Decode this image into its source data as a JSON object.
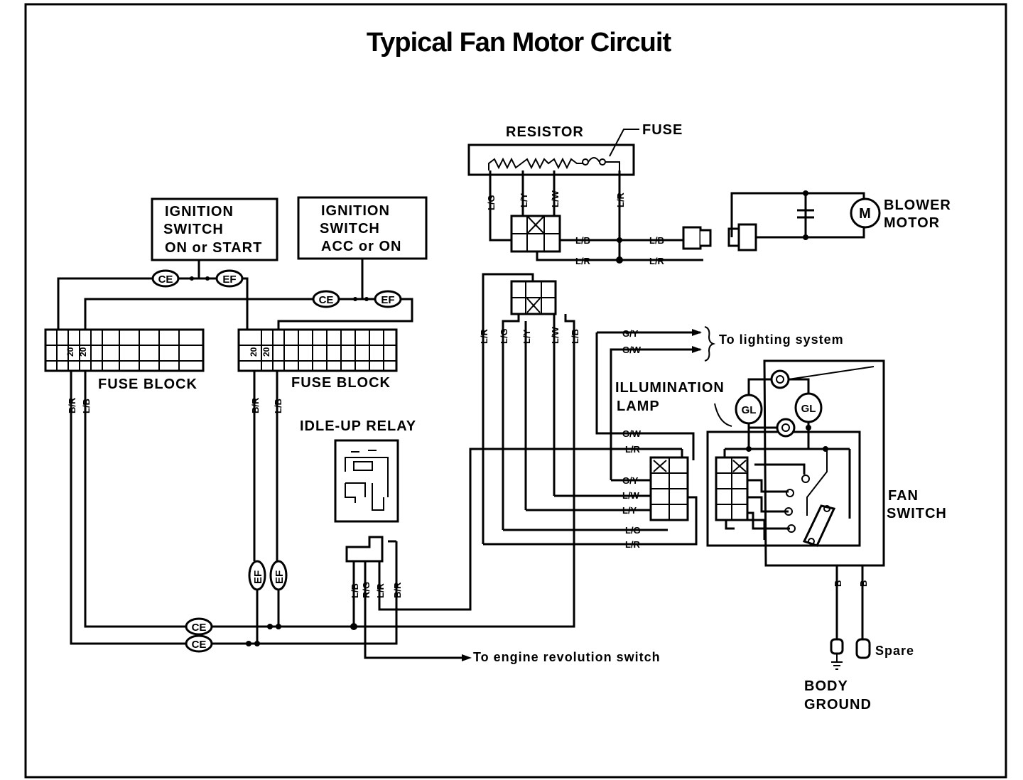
{
  "title": "Typical Fan Motor Circuit",
  "resistor": {
    "label": "RESISTOR",
    "fuse_label": "FUSE"
  },
  "blower_motor": {
    "line1": "BLOWER",
    "line2": "MOTOR",
    "symbol": "M"
  },
  "ignition_switch_1": {
    "line1": "IGNITION",
    "line2": "SWITCH",
    "line3": "ON or START"
  },
  "ignition_switch_2": {
    "line1": "IGNITION",
    "line2": "SWITCH",
    "line3": "ACC or ON"
  },
  "fuse_block_left": {
    "label": "FUSE BLOCK",
    "fuse_a": "20",
    "fuse_b": "20"
  },
  "fuse_block_right": {
    "label": "FUSE BLOCK",
    "fuse_a": "20",
    "fuse_b": "20"
  },
  "idle_up_relay": {
    "label": "IDLE-UP RELAY"
  },
  "illumination_lamp": {
    "line1": "ILLUMINATION",
    "line2": "LAMP",
    "bulb": "GL"
  },
  "fan_switch": {
    "line1": "FAN",
    "line2": "SWITCH"
  },
  "lighting_system": "To lighting system",
  "engine_switch": "To engine revolution switch",
  "body_ground": {
    "line1": "BODY",
    "line2": "GROUND"
  },
  "spare": "Spare",
  "connectors": {
    "ce": "CE",
    "ef": "EF"
  },
  "wire_colors": {
    "lg": "L/G",
    "ly": "L/Y",
    "lw": "L/W",
    "lr": "L/R",
    "lb": "L/B",
    "br": "B/R",
    "rg": "R/G",
    "gy": "G/Y",
    "gw": "G/W",
    "b": "B"
  }
}
